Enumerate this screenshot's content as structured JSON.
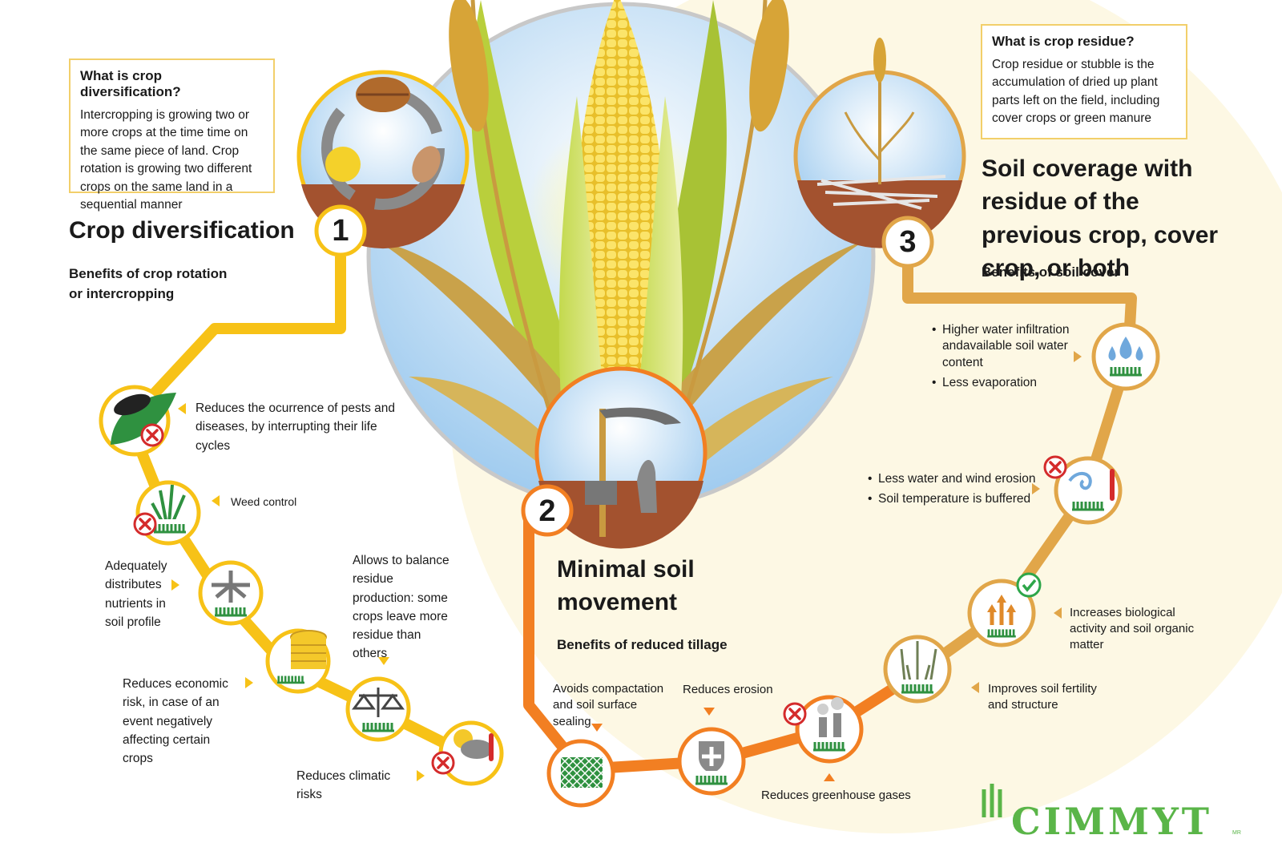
{
  "colors": {
    "yellow_path": "#f7c217",
    "orange_path": "#f27f22",
    "tan_path": "#e1a649",
    "soil": "#a3522f",
    "check_green": "#2ea64a",
    "forbid_red": "#d42b2b",
    "brand_green": "#5ab548"
  },
  "crop_diversification": {
    "number": "1",
    "title": "Crop diversification",
    "subtitle": "Benefits of crop rotation or intercropping",
    "info_box": {
      "heading": "What is crop diversification?",
      "text": "Intercropping is growing two or more crops at the time time on the same piece of land. Crop rotation is growing two different crops on the same land in a sequential manner"
    },
    "benefits": [
      {
        "label": "Reduces the ocurrence of pests and diseases, by interrupting their life cycles",
        "icon": "pest-leaf-icon"
      },
      {
        "label": "Weed control",
        "icon": "weed-icon"
      },
      {
        "label": "Adequately distributes nutrients in soil profile",
        "icon": "nutrient-distribution-icon"
      },
      {
        "label": "Reduces economic risk, in case of an event negatively affecting certain crops",
        "icon": "coins-icon"
      },
      {
        "label": "Allows to balance residue production: some crops leave more residue than others",
        "icon": "balance-scale-icon"
      },
      {
        "label": "Reduces climatic risks",
        "icon": "weather-icon"
      }
    ]
  },
  "minimal_soil": {
    "number": "2",
    "title": "Minimal soil movement",
    "subtitle": "Benefits of reduced tillage",
    "benefits": [
      {
        "label": "Avoids compactation and soil surface sealing",
        "icon": "soil-structure-icon"
      },
      {
        "label": "Reduces erosion",
        "icon": "shield-icon"
      },
      {
        "label": "Reduces greenhouse gases",
        "icon": "emissions-icon"
      }
    ]
  },
  "soil_coverage": {
    "number": "3",
    "title": "Soil coverage with residue of the previous crop, cover crop, or both",
    "subtitle": "Benefits of soil cover",
    "info_box": {
      "heading": "What is crop residue?",
      "text": "Crop residue or stubble is the accumulation of dried up plant parts left on the field, including cover crops or green manure"
    },
    "benefits": [
      {
        "label": "Improves soil fertility and structure",
        "icon": "plant-growth-icon"
      },
      {
        "label": "Increases biological activity and soil organic matter",
        "icon": "biological-activity-icon"
      },
      {
        "label": "Less water and wind erosion",
        "icon": "wind-water-icon"
      },
      {
        "label": "Soil temperature is buffered",
        "icon": "thermometer-icon"
      },
      {
        "label": "Higher water infiltration andavailable soil water content",
        "icon": "water-drops-icon"
      },
      {
        "label": "Less evaporation",
        "icon": "evaporation-icon"
      }
    ]
  },
  "brand": {
    "name": "CIMMYT",
    "mark": "MR"
  }
}
